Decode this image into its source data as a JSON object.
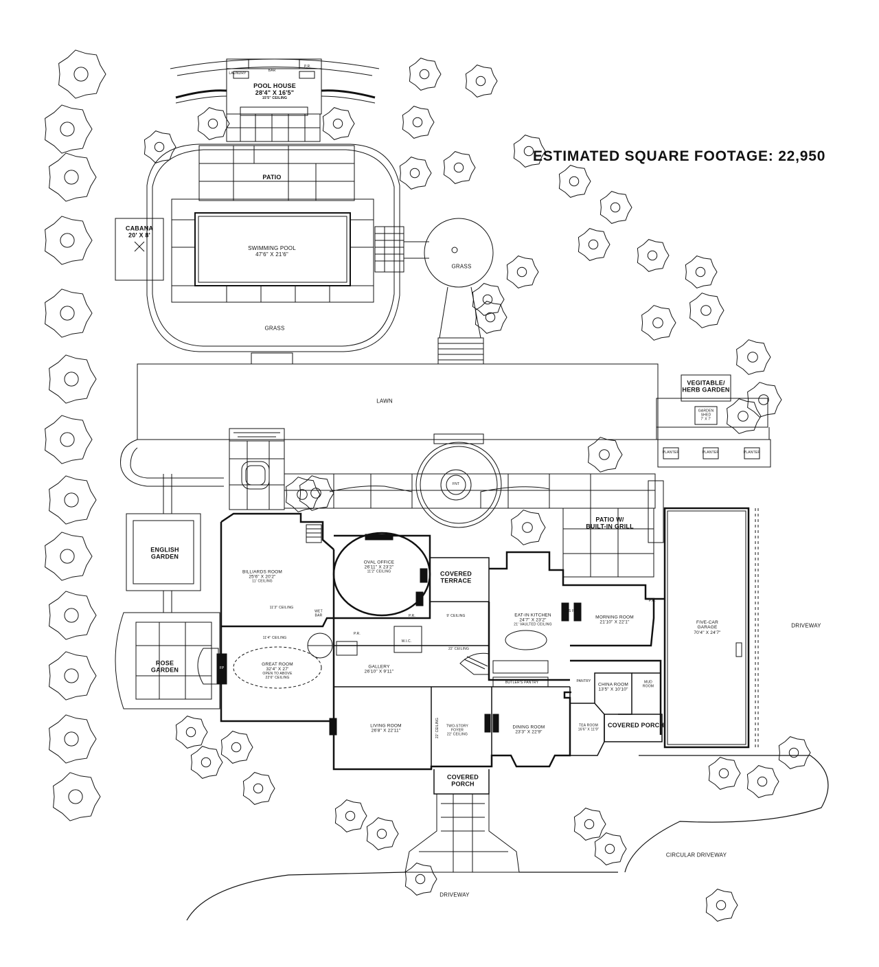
{
  "header": {
    "square_footage": "ESTIMATED SQUARE FOOTAGE: 22,950"
  },
  "rooms": {
    "pool_house": {
      "name": "POOL HOUSE",
      "dims": "28'4\" X 16'5\"",
      "ceiling": "15'5\" CEILING"
    },
    "pool_laundry": "LAUNDRY",
    "pool_bar": "BAR",
    "pool_pr": "P.R.",
    "cabana": {
      "name": "CABANA",
      "dims": "20' X 8'"
    },
    "pool": {
      "name": "SWIMMING POOL",
      "dims": "47'6\" X 21'6\""
    },
    "patio": "PATIO",
    "grass_top": "GRASS",
    "grass_circle": "GRASS",
    "lawn": "LAWN",
    "veg_garden": {
      "line1": "VEGITABLE/",
      "line2": "HERB GARDEN"
    },
    "garden_shed": {
      "line1": "GARDEN",
      "line2": "SHED",
      "dims": "7' X 7'"
    },
    "planters": [
      "PLANTER",
      "PLANTER",
      "PLANTER"
    ],
    "fountain": "FNT",
    "patio_grill": {
      "line1": "PATIO W/",
      "line2": "BUILT-IN GRILL"
    },
    "english_garden": {
      "line1": "ENGLISH",
      "line2": "GARDEN"
    },
    "rose_garden": {
      "line1": "ROSE",
      "line2": "GARDEN"
    },
    "billiards": {
      "name": "BILLIARDS ROOM",
      "dims": "25'6\" X 20'2\"",
      "ceiling": "11' CEILING"
    },
    "billiards_note": "11'3\" CEILING",
    "oval_office": {
      "name": "OVAL OFFICE",
      "dims": "26'11\" X 23'2\"",
      "ceiling": "11'2\" CEILING"
    },
    "covered_terrace": {
      "line1": "COVERED",
      "line2": "TERRACE"
    },
    "kitchen": {
      "name": "EAT-IN KITCHEN",
      "dims": "24'7\" X 23'2\"",
      "ceiling": "21' VAULTED CEILING"
    },
    "morning_room": {
      "name": "MORNING ROOM",
      "dims": "21'10\" X 22'1\""
    },
    "garage": {
      "line1": "FIVE-CAR",
      "line2": "GARAGE",
      "dims": "70'4\" X 24'7\""
    },
    "great_room": {
      "name": "GREAT ROOM",
      "dims": "32'4\" X 27'",
      "line3": "OPEN TO ABOVE",
      "ceiling": "22'6\" CEILING"
    },
    "great_room_ceiling": "11'4\" CEILING",
    "wet_bar": {
      "line1": "WET",
      "line2": "BAR"
    },
    "gallery": {
      "name": "GALLERY",
      "dims": "26'10\" X 9'11\""
    },
    "gallery_ceiling": "9' CEILING",
    "foyer_ceiling": "22' CEILING",
    "butlers_pantry": "BUTLER'S PANTRY",
    "pantry": "PANTRY",
    "china_room": {
      "name": "CHINA ROOM",
      "dims": "13'5\" X 10'10\""
    },
    "mud_room": {
      "line1": "MUD",
      "line2": "ROOM"
    },
    "living_room": {
      "name": "LIVING ROOM",
      "dims": "26'8\" X 22'11\""
    },
    "foyer": {
      "line1": "TWO-STORY",
      "line2": "FOYER",
      "ceiling": "22' CEILING"
    },
    "foyer_side": "22' CEILING",
    "dining_room": {
      "name": "DINING ROOM",
      "dims": "23'3\" X 22'9\""
    },
    "tea_room": {
      "name": "TEA ROOM",
      "dims": "16'6\" X 11'9\""
    },
    "covered_porch_east": "COVERED PORCH",
    "covered_porch_front": {
      "line1": "COVERED",
      "line2": "PORCH"
    },
    "pr_office": "P.R.",
    "pr_gallery": "P.R.",
    "wic": "W.I.C.",
    "pr_garage": "P.R.",
    "fp": "FP",
    "gas_fp": "GAS FP",
    "driveway_right": "DRIVEWAY",
    "circular_driveway": "CIRCULAR DRIVEWAY",
    "driveway_bottom": "DRIVEWAY"
  }
}
